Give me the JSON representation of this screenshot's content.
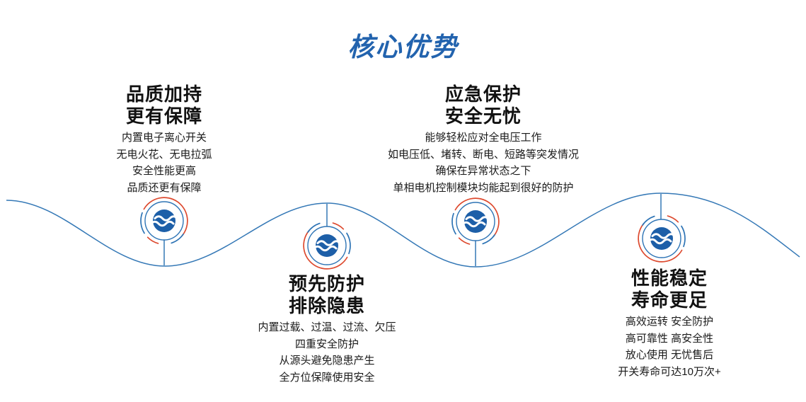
{
  "title": "核心优势",
  "colors": {
    "accent_blue": "#2263ae",
    "wave_blue": "#3478b6",
    "arc_red": "#dd4a2f",
    "arc_blue": "#2e74b5",
    "logo_blue": "#1d5fa8",
    "text_black": "#1a1a1a"
  },
  "features": [
    {
      "icon_name": "brand-wave-badge-icon",
      "heading_lines": [
        "品质加持",
        "更有保障"
      ],
      "body_lines": [
        "内置电子离心开关",
        "无电火花、无电拉弧",
        "安全性能更高",
        "品质还更有保障"
      ]
    },
    {
      "icon_name": "brand-wave-badge-icon",
      "heading_lines": [
        "应急保护",
        "安全无忧"
      ],
      "body_lines": [
        "能够轻松应对全电压工作",
        "如电压低、堵转、断电、短路等突发情况",
        "确保在异常状态之下",
        "单相电机控制模块均能起到很好的防护"
      ]
    },
    {
      "icon_name": "brand-wave-badge-icon",
      "heading_lines": [
        "预先防护",
        "排除隐患"
      ],
      "body_lines": [
        "内置过载、过温、过流、欠压",
        "四重安全防护",
        "从源头避免隐患产生",
        "全方位保障使用安全"
      ]
    },
    {
      "icon_name": "brand-wave-badge-icon",
      "heading_lines": [
        "性能稳定",
        "寿命更足"
      ],
      "body_lines": [
        "高效运转 安全防护",
        "高可靠性 高安全性",
        "放心使用 无忧售后",
        "开关寿命可达10万次+"
      ]
    }
  ]
}
